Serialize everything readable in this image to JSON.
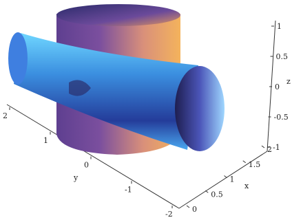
{
  "chart_data": {
    "type": "surface-3d",
    "surfaces": [
      {
        "name": "",
        "equation": "x^2 + y^2 = 1",
        "axis": "z",
        "color_start": "#6a4a9a",
        "color_end": "#f2a85a"
      },
      {
        "name": "",
        "equation": "y^2 + z^2 = 1",
        "axis": "x",
        "color_start": "#1f3f9a",
        "color_end": "#6fd6ff"
      }
    ],
    "axes": {
      "x": {
        "label": "x",
        "ticks": [
          "0",
          "0.5",
          "1",
          "1.5",
          "2"
        ],
        "range": [
          0,
          2
        ]
      },
      "y": {
        "label": "y",
        "ticks": [
          "2",
          "1",
          "0",
          "-1",
          "-2"
        ],
        "range": [
          -2,
          2
        ]
      },
      "z": {
        "label": "z",
        "ticks": [
          "1",
          "0.5",
          "0",
          "-0.5",
          "-1"
        ],
        "range": [
          -1,
          1
        ]
      }
    },
    "box": true,
    "grid": false,
    "legend": false
  },
  "colors": {
    "background": "#ffffff",
    "axis": "#333333"
  }
}
